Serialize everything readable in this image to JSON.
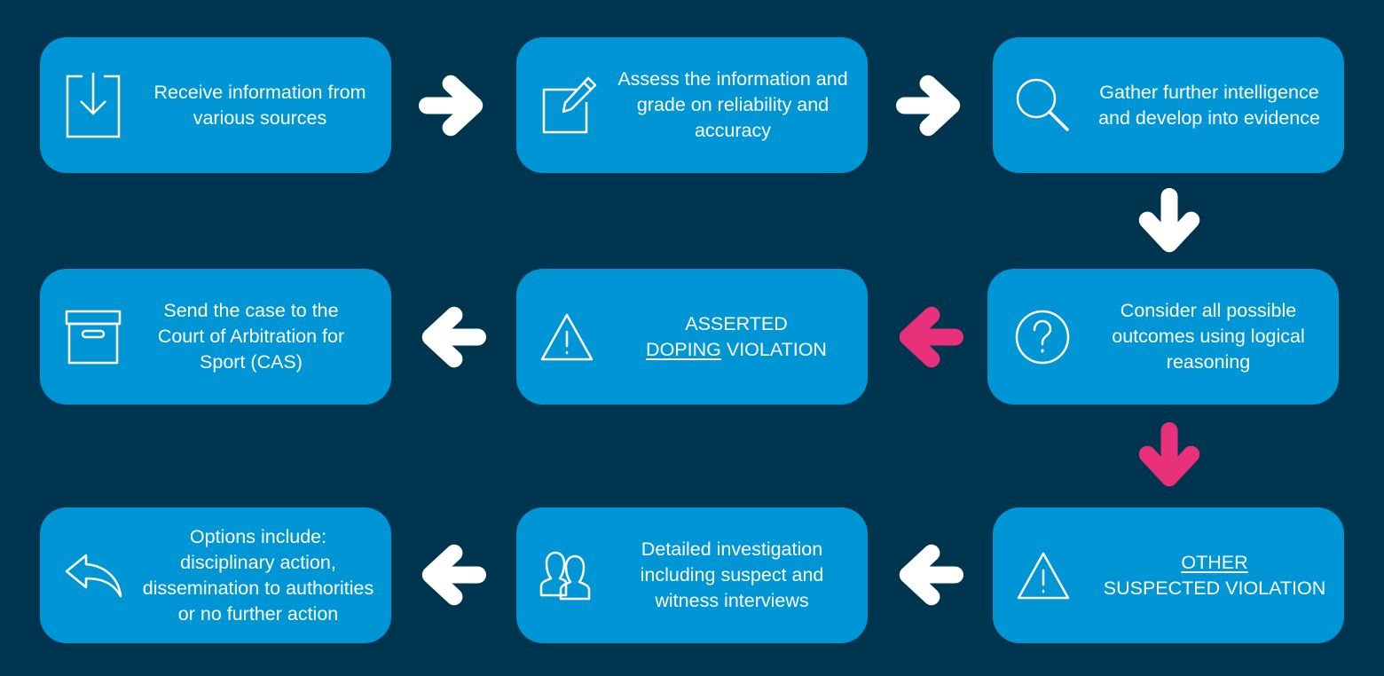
{
  "steps": {
    "receive": {
      "icon": "download-tray-icon",
      "lines": [
        "Receive information from",
        "various sources"
      ]
    },
    "assess": {
      "icon": "edit-pencil-icon",
      "lines": [
        "Assess the information and",
        "grade on reliability and",
        "accuracy"
      ]
    },
    "gather": {
      "icon": "search-icon",
      "lines": [
        "Gather further intelligence",
        "and develop into evidence"
      ]
    },
    "consider": {
      "icon": "question-circle-icon",
      "lines": [
        "Consider all possible",
        "outcomes using logical",
        "reasoning"
      ]
    },
    "asserted": {
      "icon": "warning-triangle-icon",
      "line1": "ASSERTED",
      "line2_underlined": "DOPING",
      "line2_rest": " VIOLATION"
    },
    "send": {
      "icon": "archive-box-icon",
      "lines": [
        "Send the case to the",
        "Court of Arbitration for",
        "Sport (CAS)"
      ]
    },
    "other": {
      "icon": "warning-triangle-icon",
      "line1_underlined": "OTHER",
      "line2": "SUSPECTED VIOLATION"
    },
    "investigate": {
      "icon": "users-icon",
      "lines": [
        "Detailed investigation",
        "including suspect and",
        "witness interviews"
      ]
    },
    "options": {
      "icon": "reply-arrow-icon",
      "lines": [
        "Options include:",
        "disciplinary action,",
        "dissemination to authorities",
        "or no further action"
      ]
    }
  },
  "colors": {
    "background": "#00354f",
    "box": "#0096d6",
    "arrow_default": "#ffffff",
    "arrow_highlight": "#e8317a"
  }
}
